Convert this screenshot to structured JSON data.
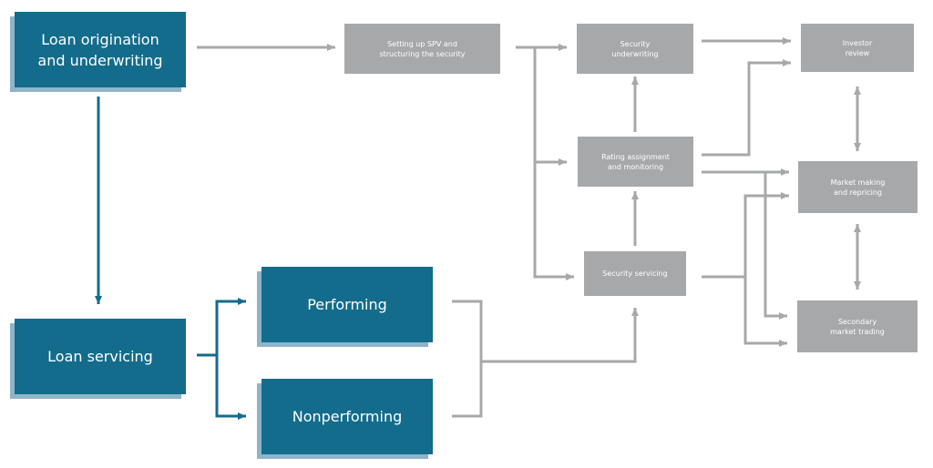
{
  "colors": {
    "primary": "#136c8b",
    "primary_shadow": "#8fb4c9",
    "secondary": "#a7a8aa",
    "background": "#ffffff"
  },
  "nodes": {
    "loan_origination": "Loan origination\nand underwriting",
    "loan_servicing": "Loan servicing",
    "performing": "Performing",
    "nonperforming": "Nonperforming",
    "spv": "Setting up SPV and\nstructuring the security",
    "security_underwriting": "Security\nunderwriting",
    "rating": "Rating assignment\nand monitoring",
    "security_servicing": "Security servicing",
    "investor_review": "Investor\nreview",
    "market_making": "Market making\nand repricing",
    "secondary_trading": "Secondary\nmarket trading"
  }
}
